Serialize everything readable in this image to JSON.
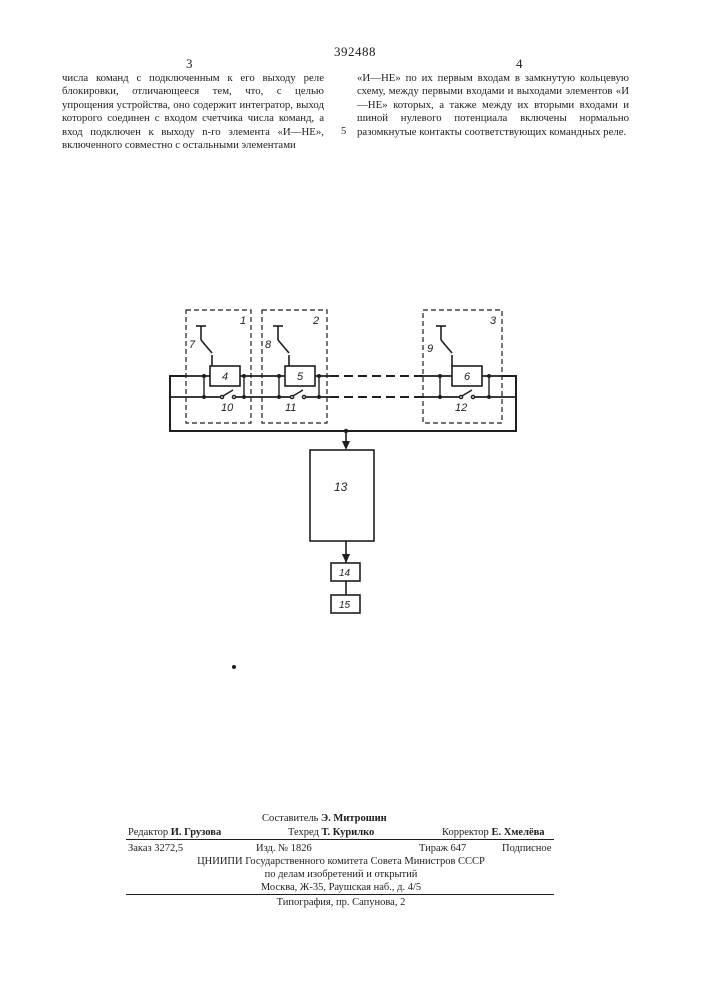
{
  "header": {
    "patent_number": "392488",
    "col_left_number": "3",
    "col_right_number": "4",
    "margin_line_number": "5"
  },
  "text": {
    "left_column": "числа команд с подключенным к его выходу реле блокировки, отличающееся тем, что, с целью упрощения устройства, оно содержит интегратор, выход которого соединен с входом счетчика числа команд, а вход подключен к выходу n-го элемента «И—НЕ», включенного совместно с остальными элементами",
    "right_column": "«И—НЕ» по их первым входам в замкнутую кольцевую схему, между первыми входами и выходами элементов «И—НЕ» которых, а также между их вторыми входами и шиной нулевого потенциала включены нормально разомкнутые контакты соответствующих командных реле."
  },
  "diagram": {
    "labels": {
      "block_1": "1",
      "block_2": "2",
      "block_3": "3",
      "switch_7": "7",
      "switch_8": "8",
      "switch_9": "9",
      "gate_4": "4",
      "gate_5": "5",
      "gate_6": "6",
      "contact_10": "10",
      "contact_11": "11",
      "contact_12": "12",
      "box_13": "13",
      "box_14": "14",
      "box_15": "15"
    }
  },
  "footer": {
    "compiler_label": "Составитель",
    "compiler_name": "Э. Митрошин",
    "editor_label": "Редактор",
    "editor_name": "И. Грузова",
    "techred_label": "Техред",
    "techred_name": "Т. Курилко",
    "corrector_label": "Корректор",
    "corrector_name": "Е. Хмелёва",
    "order": "Заказ 3272,5",
    "publication": "Изд. № 1826",
    "circulation": "Тираж 647",
    "subscription": "Подписное",
    "org_line1": "ЦНИИПИ Государственного комитета Совета Министров СССР",
    "org_line2": "по делам изобретений и открытий",
    "org_line3": "Москва, Ж-35, Раушская наб., д. 4/5",
    "printer": "Типография, пр. Сапунова, 2"
  }
}
